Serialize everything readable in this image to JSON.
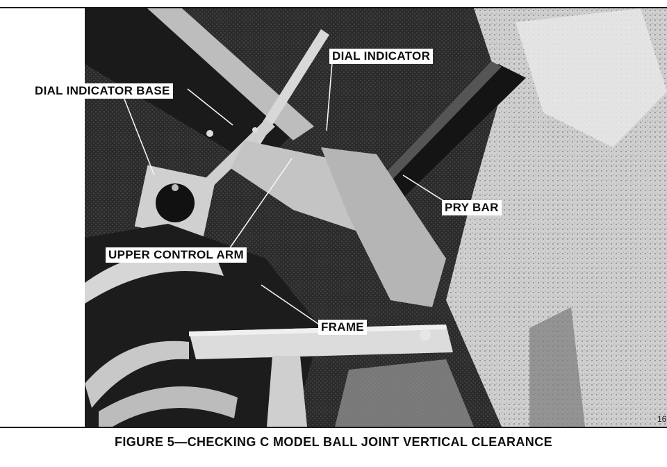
{
  "figure": {
    "caption": "FIGURE 5—CHECKING C MODEL BALL JOINT VERTICAL CLEARANCE",
    "page_marker": "16"
  },
  "callouts": {
    "dial_indicator": "DIAL INDICATOR",
    "dial_indicator_base": "DIAL INDICATOR BASE",
    "pry_bar": "PRY BAR",
    "upper_control_arm": "UPPER CONTROL ARM",
    "frame": "FRAME"
  },
  "colors": {
    "ink": "#0d0d0d",
    "paper": "#ffffff"
  }
}
